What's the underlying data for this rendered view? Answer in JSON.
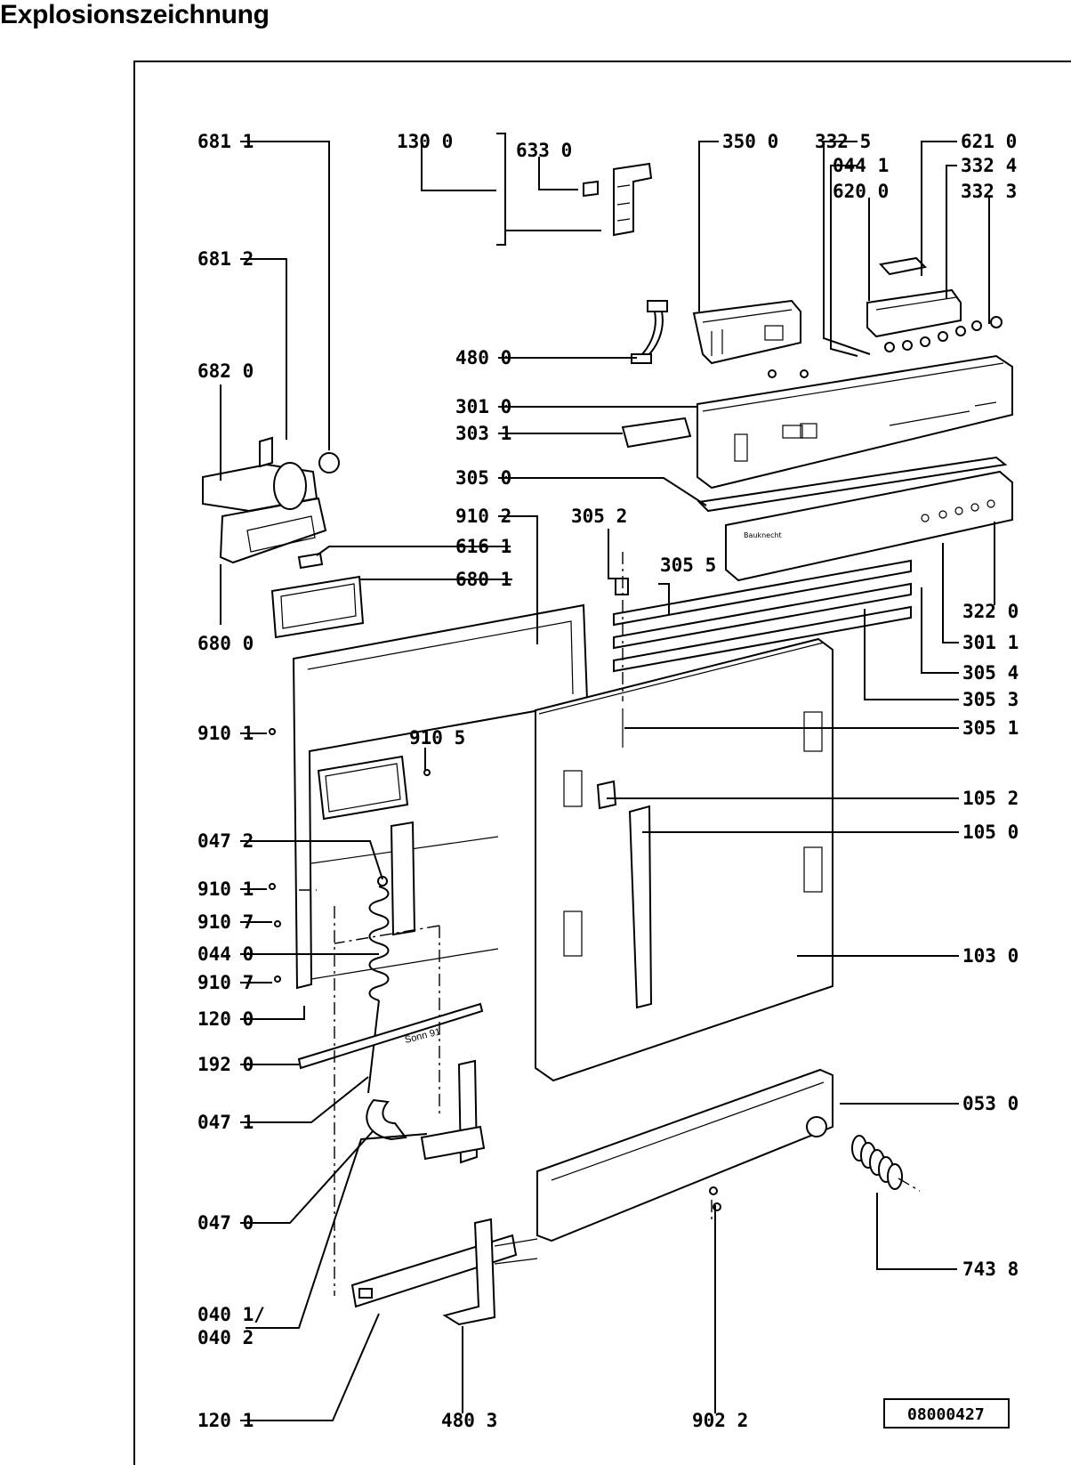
{
  "title": "Explosionszeichnung",
  "drawing_number": "08000427",
  "stamp_text": "Sonn 91",
  "labels": {
    "l6811": "681 1",
    "l1300": "130 0",
    "l6330": "633 0",
    "l3500": "350 0",
    "l3325": "332 5",
    "l6210": "621 0",
    "l0441": "044 1",
    "l3324": "332 4",
    "l6200": "620 0",
    "l3323": "332 3",
    "l6812": "681 2",
    "l4800": "480 0",
    "l6820": "682 0",
    "l3010": "301 0",
    "l3031": "303 1",
    "l3050": "305 0",
    "l9102": "910 2",
    "l3052": "305 2",
    "l6161": "616 1",
    "l3055": "305 5",
    "l6801": "680 1",
    "l3220": "322 0",
    "l6800": "680 0",
    "l3011": "301 1",
    "l3054": "305 4",
    "l3053": "305 3",
    "l9101a": "910 1",
    "l9105": "910 5",
    "l3051": "305 1",
    "l1052": "105 2",
    "l0472": "047 2",
    "l1050": "105 0",
    "l9101b": "910 1",
    "l9107a": "910 7",
    "l0440": "044 0",
    "l1030": "103 0",
    "l9107b": "910 7",
    "l1200": "120 0",
    "l1920": "192 0",
    "l0530": "053 0",
    "l0471": "047 1",
    "l0470": "047 0",
    "l7438": "743 8",
    "l0401": "040 1/",
    "l0402": "040 2",
    "l1201": "120 1",
    "l4803": "480 3",
    "l9022": "902 2"
  }
}
